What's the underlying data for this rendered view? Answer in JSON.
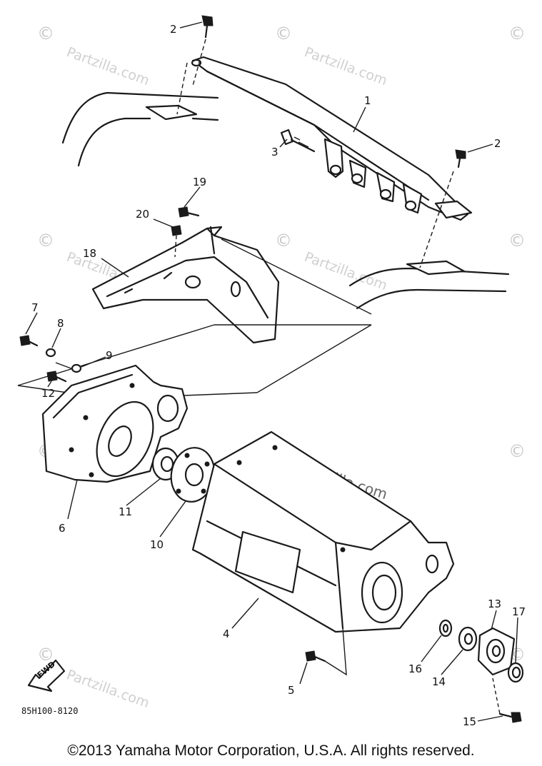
{
  "watermark": {
    "symbol": "©",
    "text": "Partzilla.com"
  },
  "drawing_code": "85H100-8120",
  "fwd_label": "FWD",
  "callouts": {
    "p1": "1",
    "p2a": "2",
    "p2b": "2",
    "p3": "3",
    "p4": "4",
    "p5": "5",
    "p6": "6",
    "p7": "7",
    "p8": "8",
    "p9": "9",
    "p10": "10",
    "p11": "11",
    "p12": "12",
    "p13": "13",
    "p14": "14",
    "p15": "15",
    "p16": "16",
    "p17": "17",
    "p18": "18",
    "p19": "19",
    "p20": "20"
  },
  "copyright": "©2013 Yamaha Motor Corporation, U.S.A. All rights reserved."
}
